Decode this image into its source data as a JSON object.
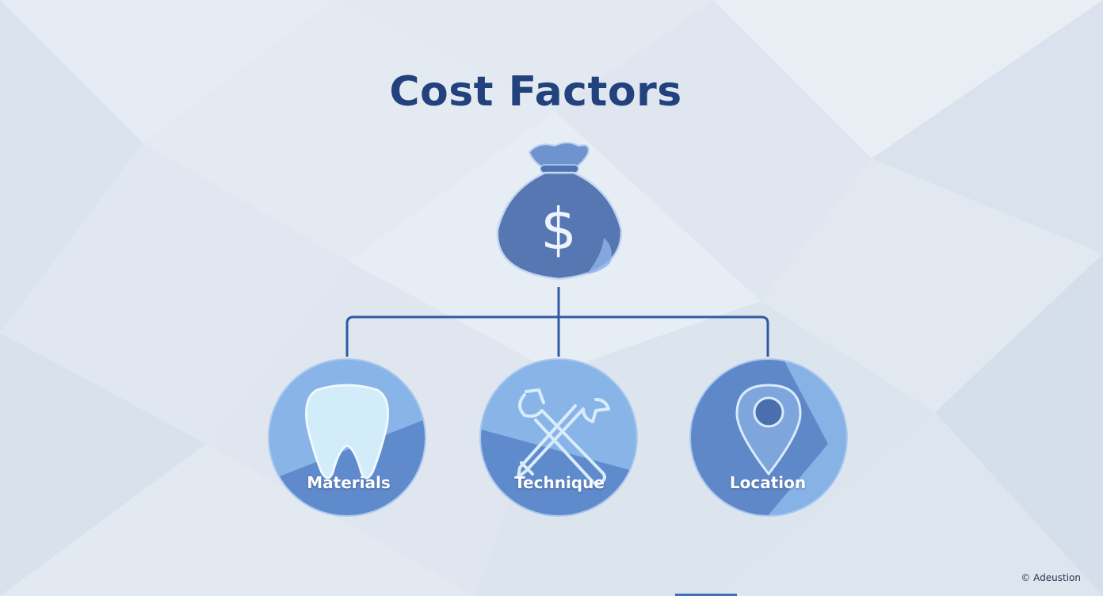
{
  "title": "Cost Factors",
  "root": {
    "icon": "money-bag-icon",
    "symbol": "$"
  },
  "nodes": [
    {
      "label": "Materials",
      "icon": "tooth-icon"
    },
    {
      "label": "Technique",
      "icon": "tools-icon"
    },
    {
      "label": "Location",
      "icon": "location-pin-icon"
    }
  ],
  "credit": "© Adeustion",
  "colors": {
    "title": "#22427e",
    "connector": "#2f5aa3",
    "bag": "#5677b2",
    "node_light": "#88b4e8",
    "node_dark": "#5f88c8"
  }
}
